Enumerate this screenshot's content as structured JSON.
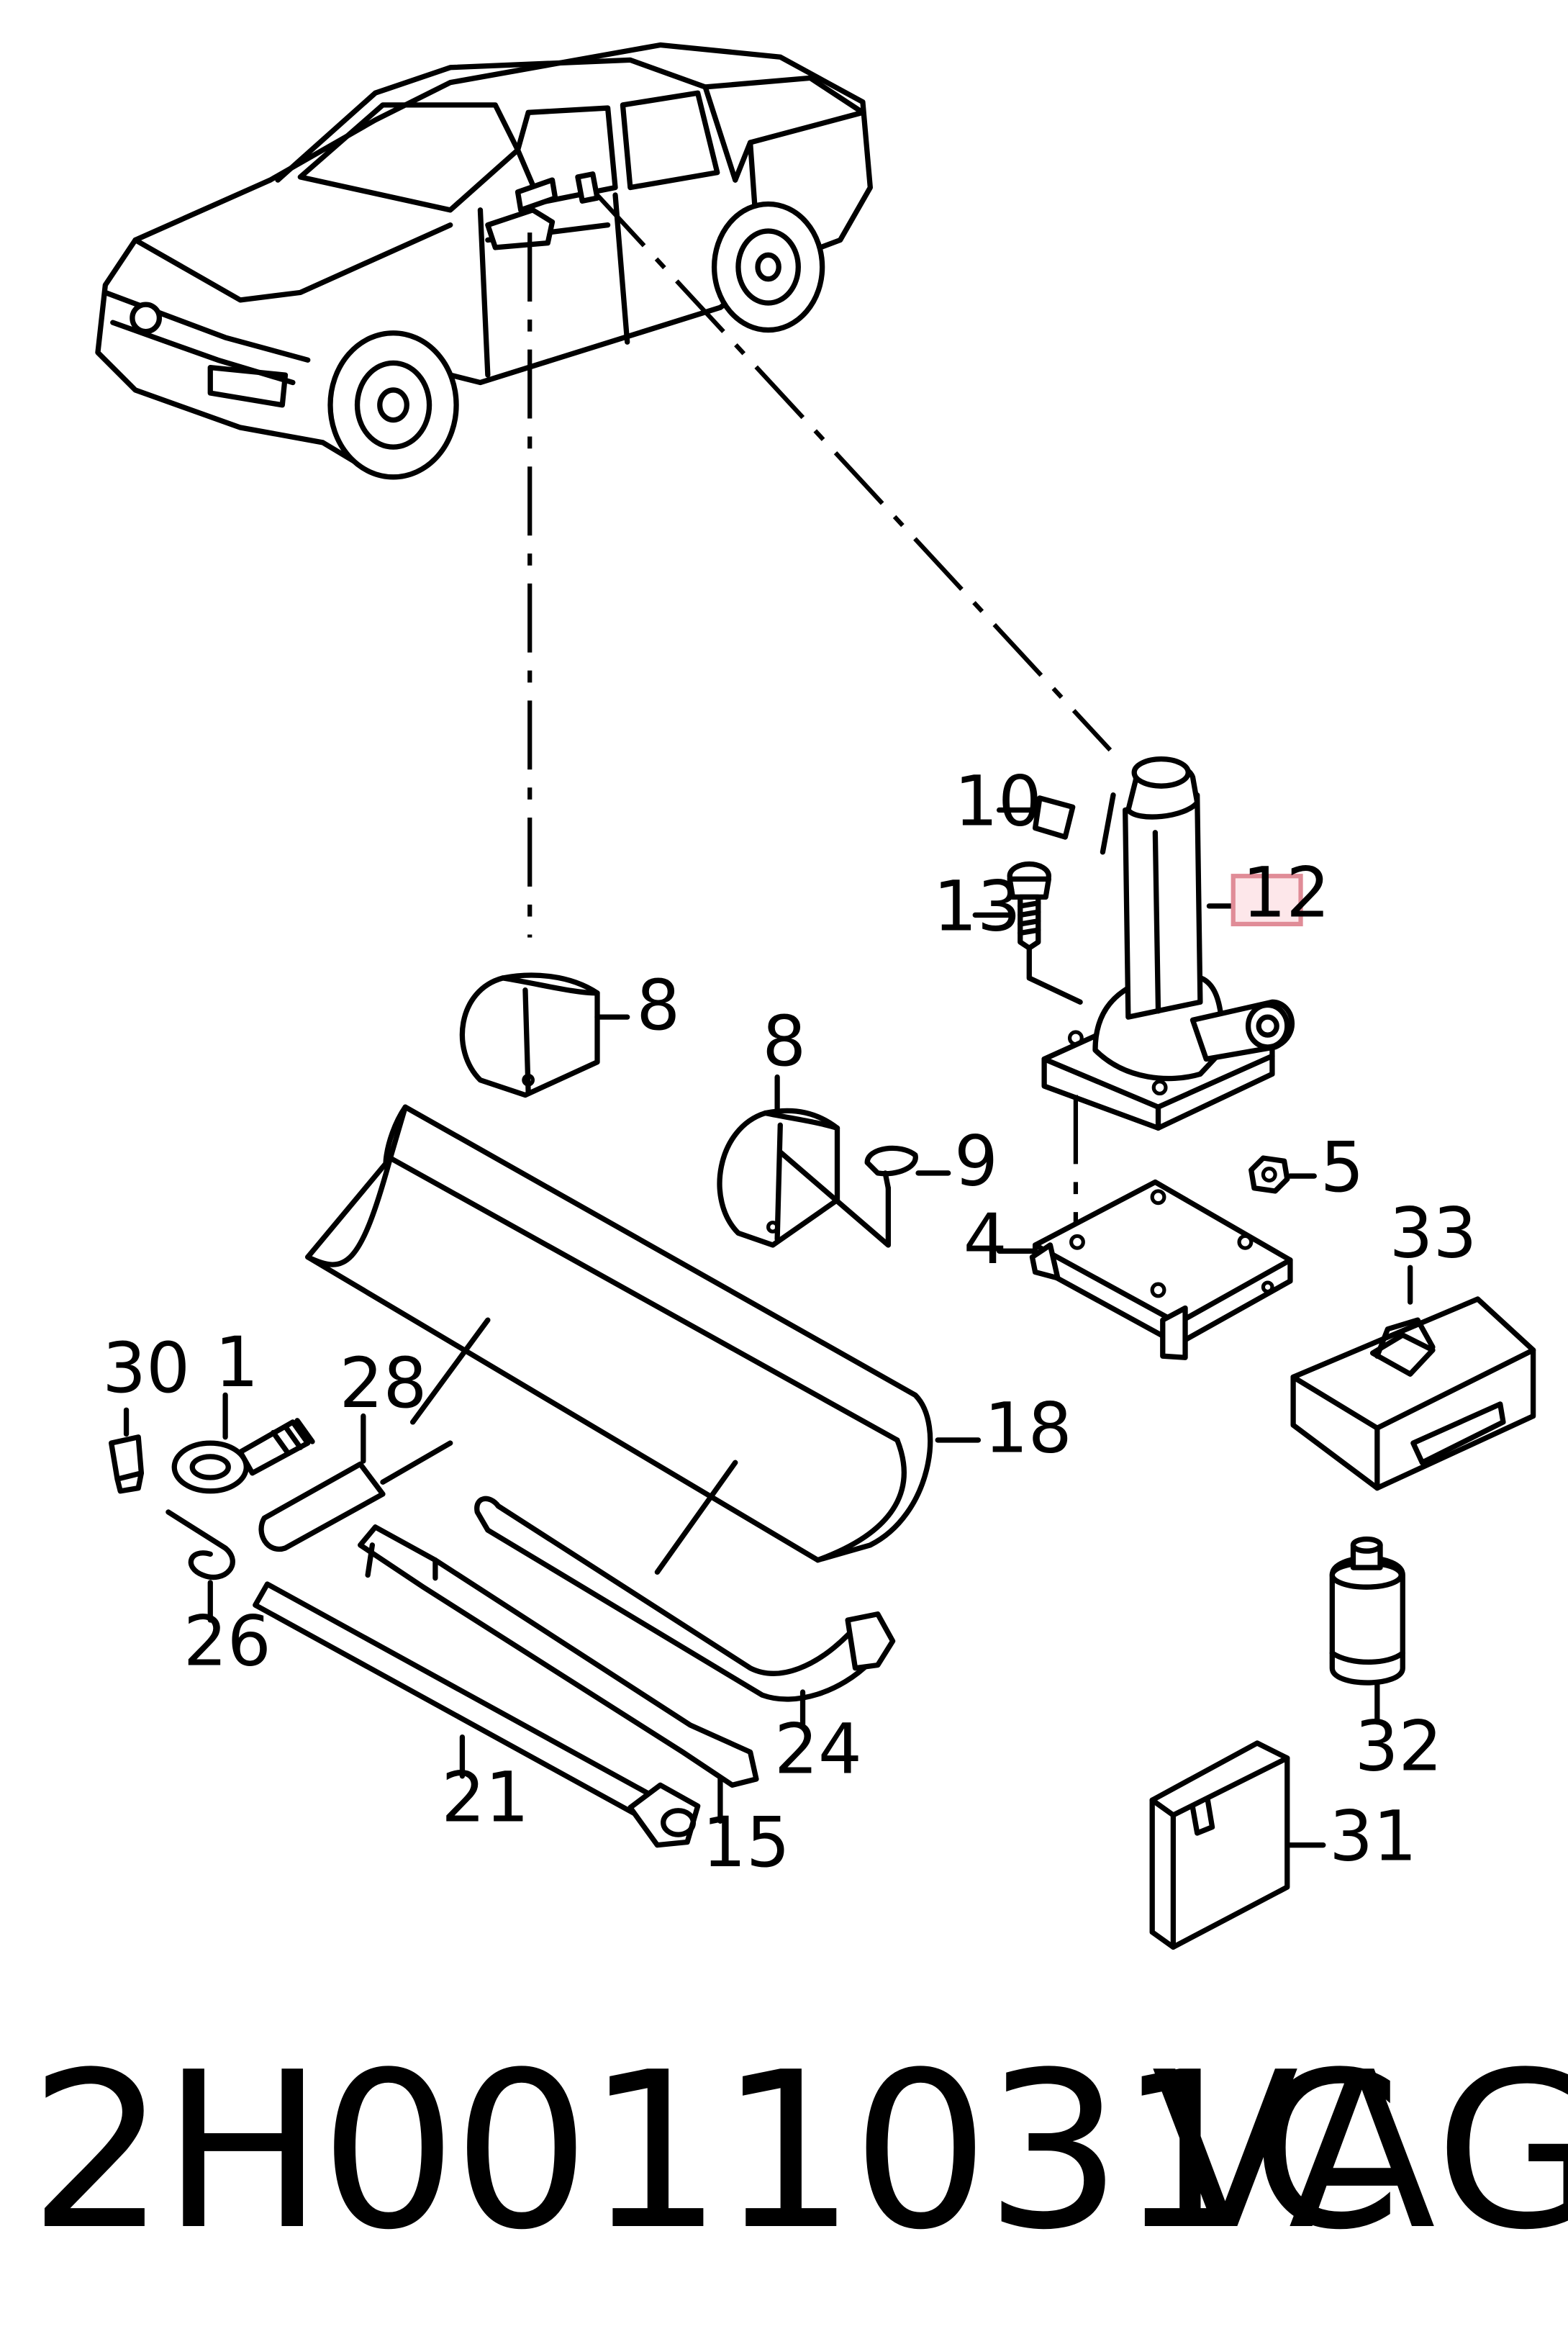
{
  "callouts": {
    "c1": "1",
    "c4": "4",
    "c5": "5",
    "c8a": "8",
    "c8b": "8",
    "c9": "9",
    "c10": "10",
    "c12": "12",
    "c13": "13",
    "c15": "15",
    "c18": "18",
    "c21": "21",
    "c24": "24",
    "c26": "26",
    "c28": "28",
    "c30": "30",
    "c31": "31",
    "c32": "32",
    "c33": "33"
  },
  "highlighted_callout": "12",
  "colors": {
    "highlight_fill": "#fde7ea",
    "highlight_border": "#e08c97",
    "line": "#000000"
  },
  "footer": {
    "part_number": "2H0011031C",
    "brand": "VAG"
  }
}
